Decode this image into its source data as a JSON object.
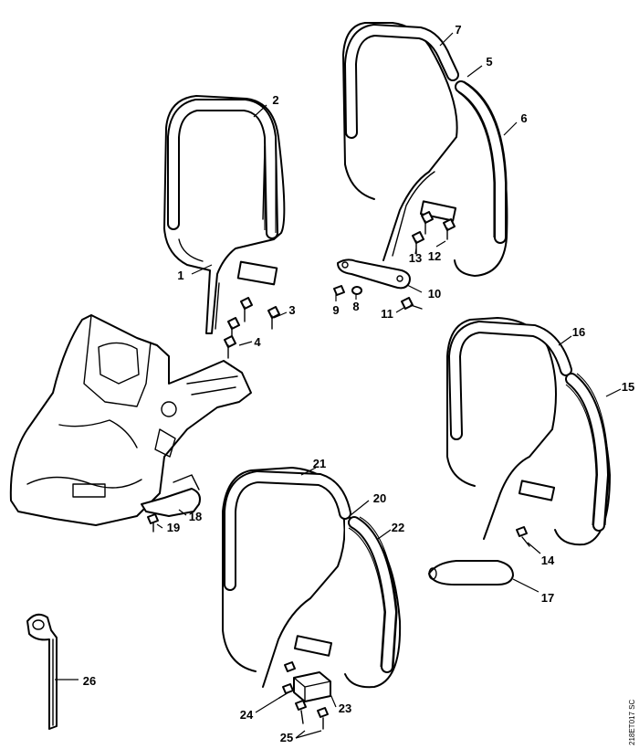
{
  "callouts": [
    {
      "id": "1",
      "label": "1"
    },
    {
      "id": "2",
      "label": "2"
    },
    {
      "id": "3",
      "label": "3"
    },
    {
      "id": "4",
      "label": "4"
    },
    {
      "id": "5",
      "label": "5"
    },
    {
      "id": "6",
      "label": "6"
    },
    {
      "id": "7",
      "label": "7"
    },
    {
      "id": "8",
      "label": "8"
    },
    {
      "id": "9",
      "label": "9"
    },
    {
      "id": "10",
      "label": "10"
    },
    {
      "id": "11",
      "label": "11"
    },
    {
      "id": "12",
      "label": "12"
    },
    {
      "id": "13",
      "label": "13"
    },
    {
      "id": "14",
      "label": "14"
    },
    {
      "id": "15",
      "label": "15"
    },
    {
      "id": "16",
      "label": "16"
    },
    {
      "id": "17",
      "label": "17"
    },
    {
      "id": "18",
      "label": "18"
    },
    {
      "id": "19",
      "label": "19"
    },
    {
      "id": "20",
      "label": "20"
    },
    {
      "id": "21",
      "label": "21"
    },
    {
      "id": "22",
      "label": "22"
    },
    {
      "id": "23",
      "label": "23"
    },
    {
      "id": "24",
      "label": "24"
    },
    {
      "id": "25",
      "label": "25"
    },
    {
      "id": "26",
      "label": "26"
    }
  ],
  "doc_ref": "218ET017 SC"
}
